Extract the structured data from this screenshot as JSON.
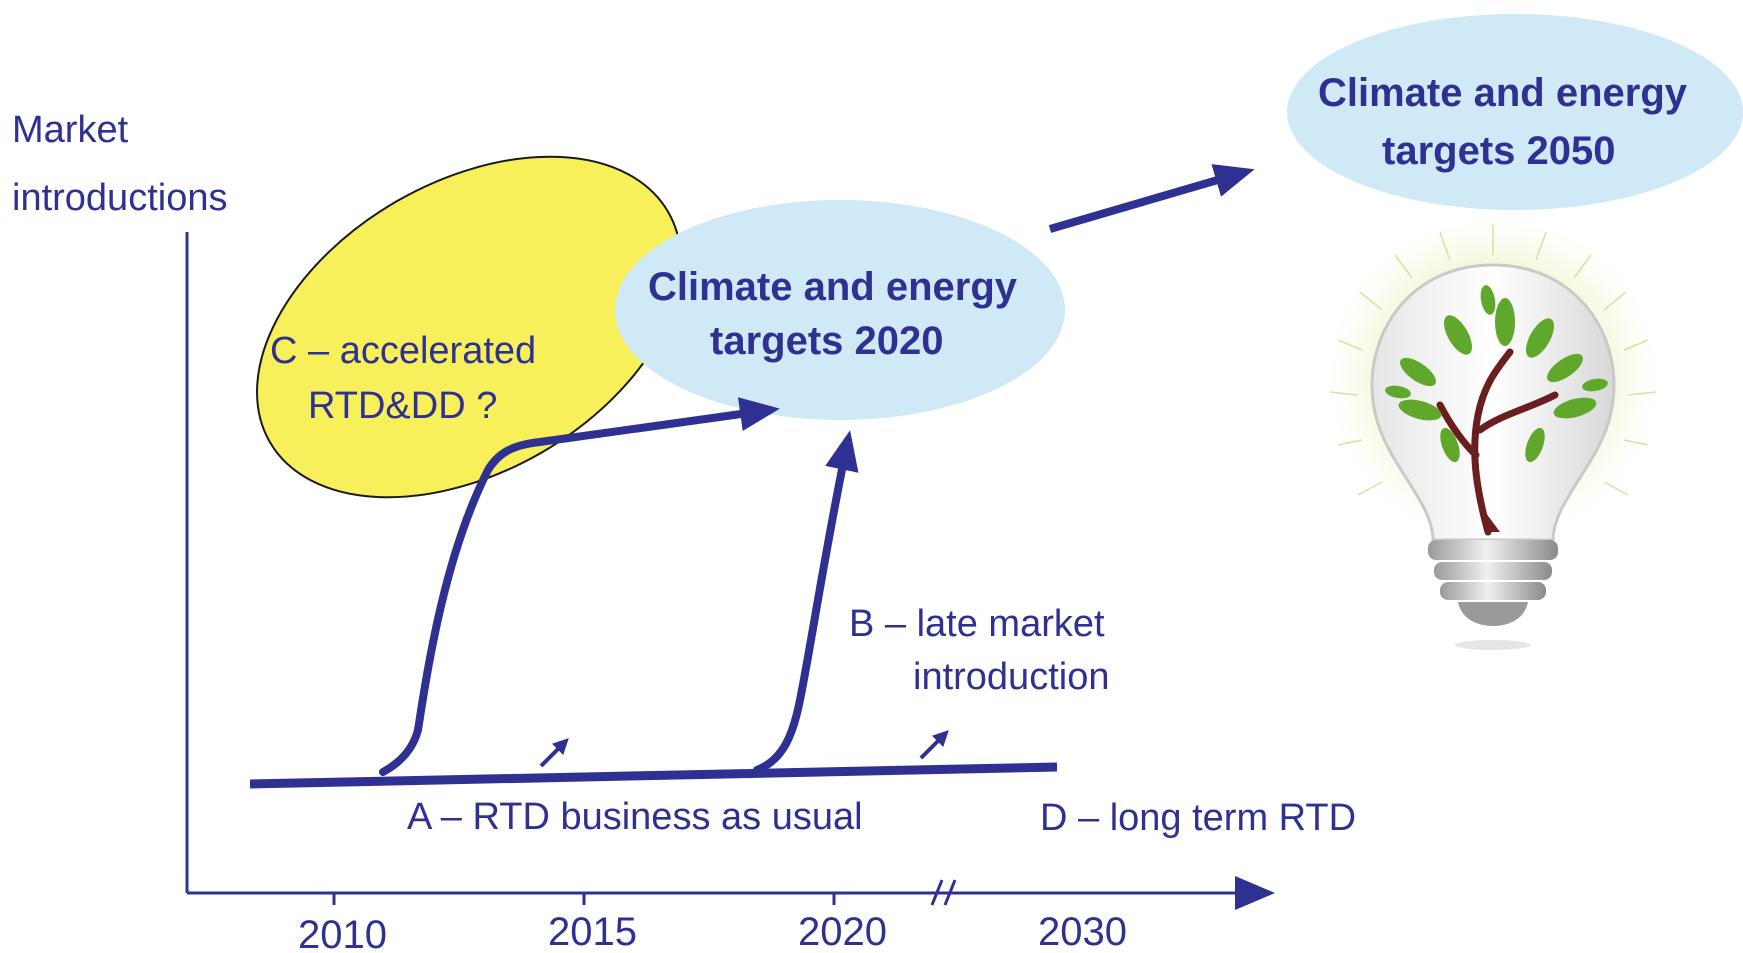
{
  "y_axis_label": [
    "Market",
    "introductions"
  ],
  "x_axis_ticks": [
    "2010",
    "2015",
    "2020",
    "2030"
  ],
  "targets_2020": [
    "Climate and energy",
    "targets 2020"
  ],
  "targets_2050": [
    "Climate and energy",
    "targets 2050"
  ],
  "scenario_a": "A – RTD business as usual",
  "scenario_b": [
    "B – late market",
    "introduction"
  ],
  "scenario_c": [
    "C – accelerated",
    "RTD&DD ?"
  ],
  "scenario_d": "D – long term RTD",
  "colors": {
    "line": "#2e3192",
    "text": "#2e3192",
    "target_ellipse": "#cfe9f7",
    "accelerated_ellipse": "#f7f05a",
    "accelerated_outline": "#1a1a1a"
  },
  "icons": [
    "lightbulb-tree-icon"
  ]
}
